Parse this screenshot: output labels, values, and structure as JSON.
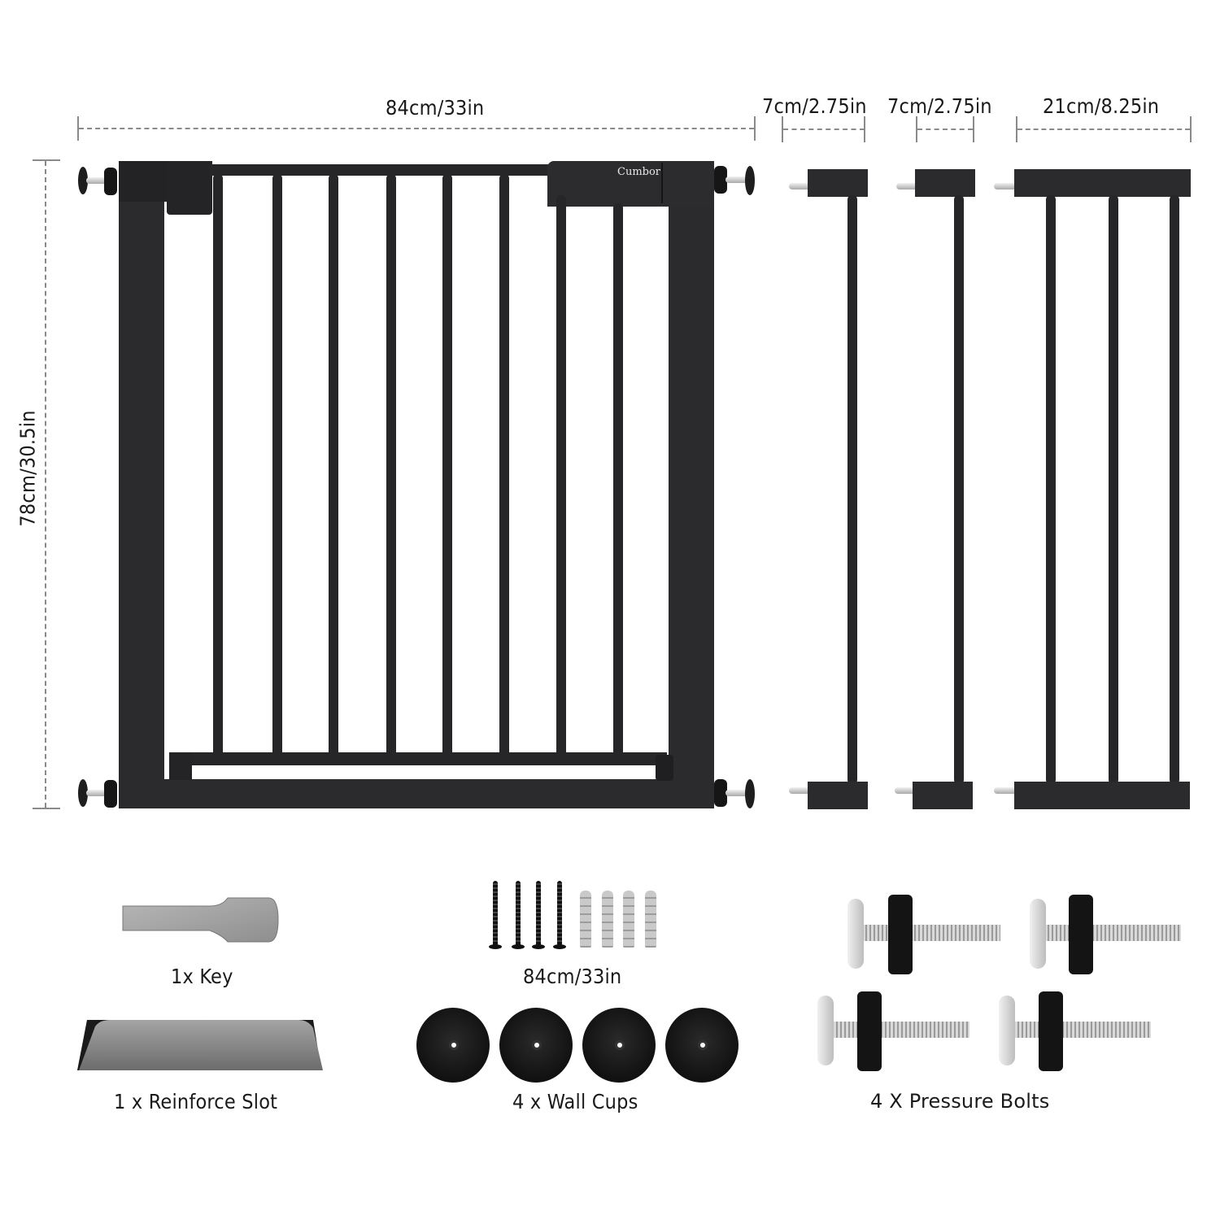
{
  "dimensions": {
    "gate_width": "84cm/33in",
    "gate_height": "78cm/30.5in",
    "extensions": [
      {
        "label": "7cm/2.75in"
      },
      {
        "label": "7cm/2.75in"
      },
      {
        "label": "21cm/8.25in"
      }
    ]
  },
  "gate": {
    "brand": "Cumbor",
    "color": "#2b2b2d"
  },
  "accessories": {
    "key_label": "1x Key",
    "screws_label": "84cm/33in",
    "reinforce_label": "1 x Reinforce Slot",
    "wall_cups_label": "4 x Wall Cups",
    "pressure_bolts_label": "4 X Pressure Bolts"
  }
}
